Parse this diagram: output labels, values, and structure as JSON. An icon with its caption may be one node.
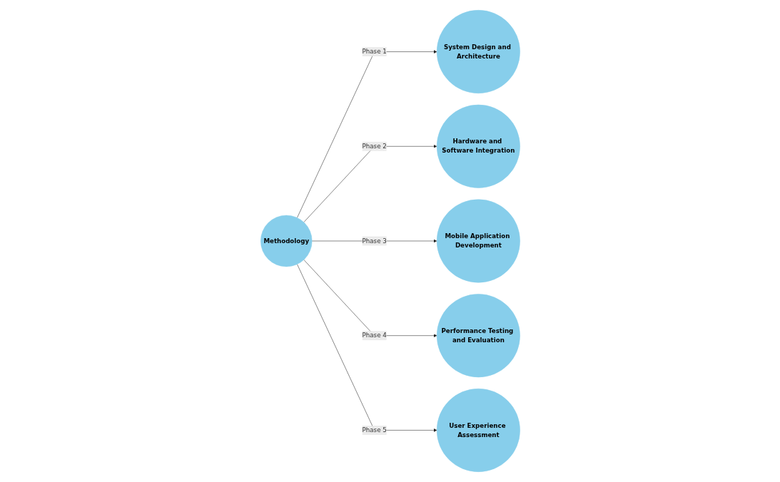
{
  "diagram": {
    "nodes": [
      {
        "text": [
          "Methodology"
        ]
      },
      {
        "text": [
          "System Design and Architecture"
        ]
      },
      {
        "text": [
          "Hardware and Software Integration"
        ]
      },
      {
        "text": [
          "Mobile Application Development"
        ]
      },
      {
        "text": [
          "Performance Testing and Evaluation"
        ]
      },
      {
        "text": [
          "User Experience Assessment"
        ]
      }
    ],
    "edges": [
      {
        "from": 0,
        "to": 1,
        "arrow": "to",
        "label": "Phase 1"
      },
      {
        "from": 0,
        "to": 2,
        "arrow": "to",
        "label": "Phase 2"
      },
      {
        "from": 0,
        "to": 3,
        "arrow": "to",
        "label": "Phase 3"
      },
      {
        "from": 0,
        "to": 4,
        "arrow": "to",
        "label": "Phase 4"
      },
      {
        "from": 0,
        "to": 5,
        "arrow": "to",
        "label": "Phase 5"
      }
    ]
  }
}
